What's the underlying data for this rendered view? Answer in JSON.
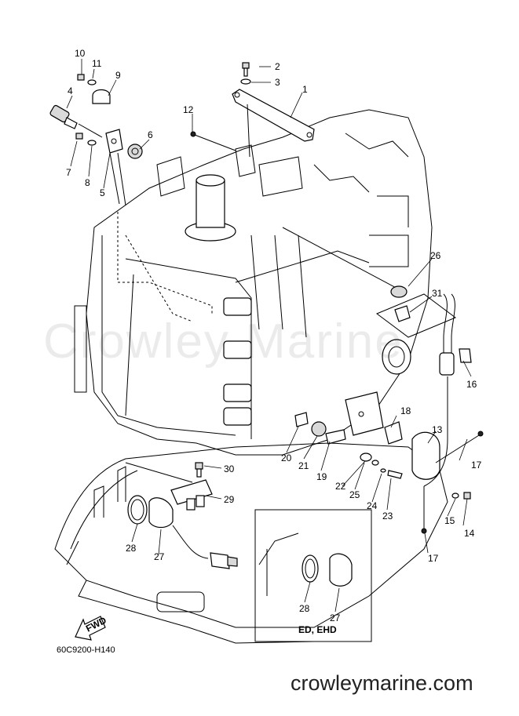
{
  "diagram_code": "60C9200-H140",
  "watermark": "Crowley Marine",
  "footer": "crowleymarine.com",
  "inset_label": "ED, EHD",
  "fwd_label": "FWD",
  "callouts": {
    "c1": "1",
    "c2": "2",
    "c3": "3",
    "c4": "4",
    "c5": "5",
    "c6": "6",
    "c7": "7",
    "c8": "8",
    "c9": "9",
    "c10": "10",
    "c11": "11",
    "c12": "12",
    "c13": "13",
    "c14": "14",
    "c15": "15",
    "c16": "16",
    "c17a": "17",
    "c17b": "17",
    "c18": "18",
    "c19": "19",
    "c20": "20",
    "c21": "21",
    "c22": "22",
    "c23": "23",
    "c24": "24",
    "c25": "25",
    "c26": "26",
    "c27a": "27",
    "c27b": "27",
    "c28a": "28",
    "c28b": "28",
    "c29": "29",
    "c30": "30",
    "c31": "31"
  }
}
